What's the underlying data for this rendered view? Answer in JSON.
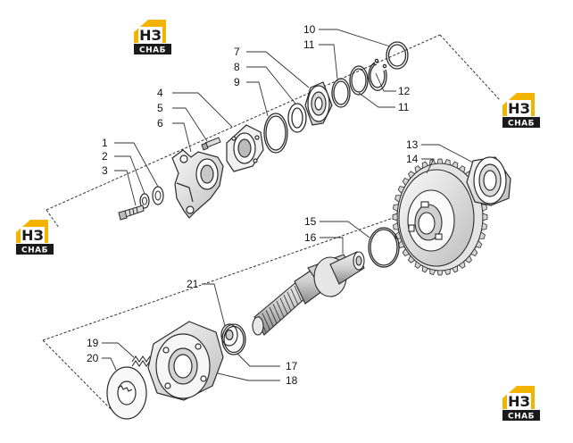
{
  "callouts": {
    "c1": "1",
    "c2": "2",
    "c3": "3",
    "c4": "4",
    "c5": "5",
    "c6": "6",
    "c7": "7",
    "c8": "8",
    "c9": "9",
    "c10": "10",
    "c11a": "11",
    "c11b": "11",
    "c12": "12",
    "c13": "13",
    "c14": "14",
    "c15": "15",
    "c16": "16",
    "c17": "17",
    "c18": "18",
    "c19": "19",
    "c20": "20",
    "c21": "21"
  },
  "watermark": {
    "top_text": "НЗ",
    "bottom_text": "СНАБ",
    "accent_color": "#f2b400",
    "dark_color": "#1a1a1a"
  },
  "colors": {
    "line": "#2b2b2b",
    "leader": "#333333",
    "part_fill": "#ffffff",
    "part_shade": "#d9d9d9"
  }
}
